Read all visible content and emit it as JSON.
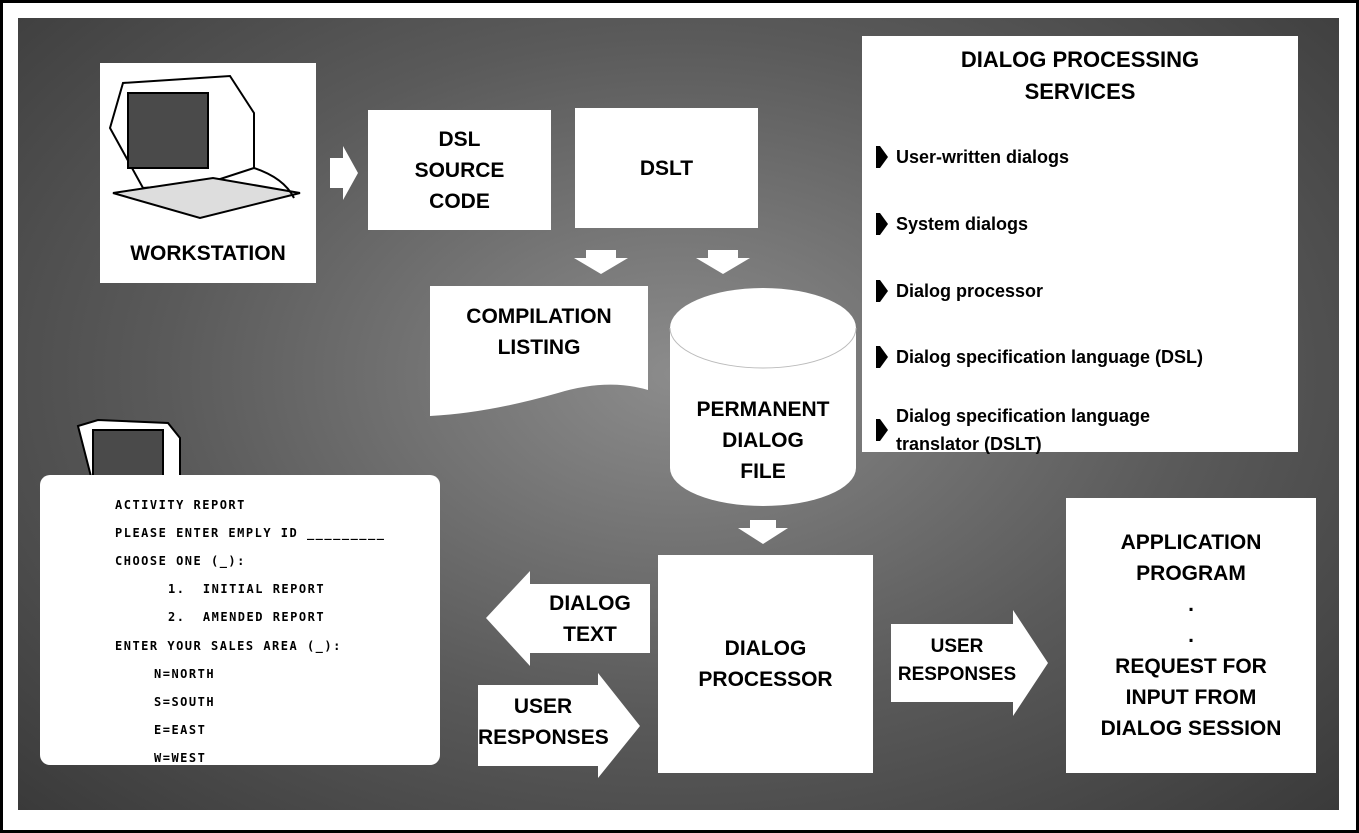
{
  "workstation": {
    "label": "WORKSTATION"
  },
  "dsl_source": {
    "lines": [
      "DSL",
      "SOURCE",
      "CODE"
    ]
  },
  "dslt": {
    "label": "DSLT"
  },
  "compilation": {
    "lines": [
      "COMPILATION",
      "LISTING"
    ]
  },
  "permanent_file": {
    "lines": [
      "PERMANENT",
      "DIALOG",
      "FILE"
    ]
  },
  "services": {
    "title": [
      "DIALOG PROCESSING",
      "SERVICES"
    ],
    "items": [
      "User-written dialogs",
      "System dialogs",
      "Dialog processor",
      "Dialog specification language (DSL)",
      "Dialog specification language",
      "translator (DSLT)"
    ]
  },
  "screen": {
    "lines": [
      "ACTIVITY REPORT",
      "PLEASE ENTER EMPLY ID _________",
      "CHOOSE ONE (_):",
      "1.  INITIAL REPORT",
      "2.  AMENDED REPORT",
      "ENTER YOUR SALES AREA (_):",
      "N=NORTH",
      "S=SOUTH",
      "E=EAST",
      "W=WEST"
    ]
  },
  "dialog_text": {
    "lines": [
      "DIALOG",
      "TEXT"
    ]
  },
  "user_responses_left": {
    "lines": [
      "USER",
      "RESPONSES"
    ]
  },
  "dialog_processor": {
    "lines": [
      "DIALOG",
      "PROCESSOR"
    ]
  },
  "user_responses_right": {
    "lines": [
      "USER",
      "RESPONSES"
    ]
  },
  "application": {
    "lines": [
      "APPLICATION",
      "PROGRAM",
      ".",
      ".",
      "REQUEST FOR",
      "INPUT FROM",
      "DIALOG SESSION"
    ]
  }
}
